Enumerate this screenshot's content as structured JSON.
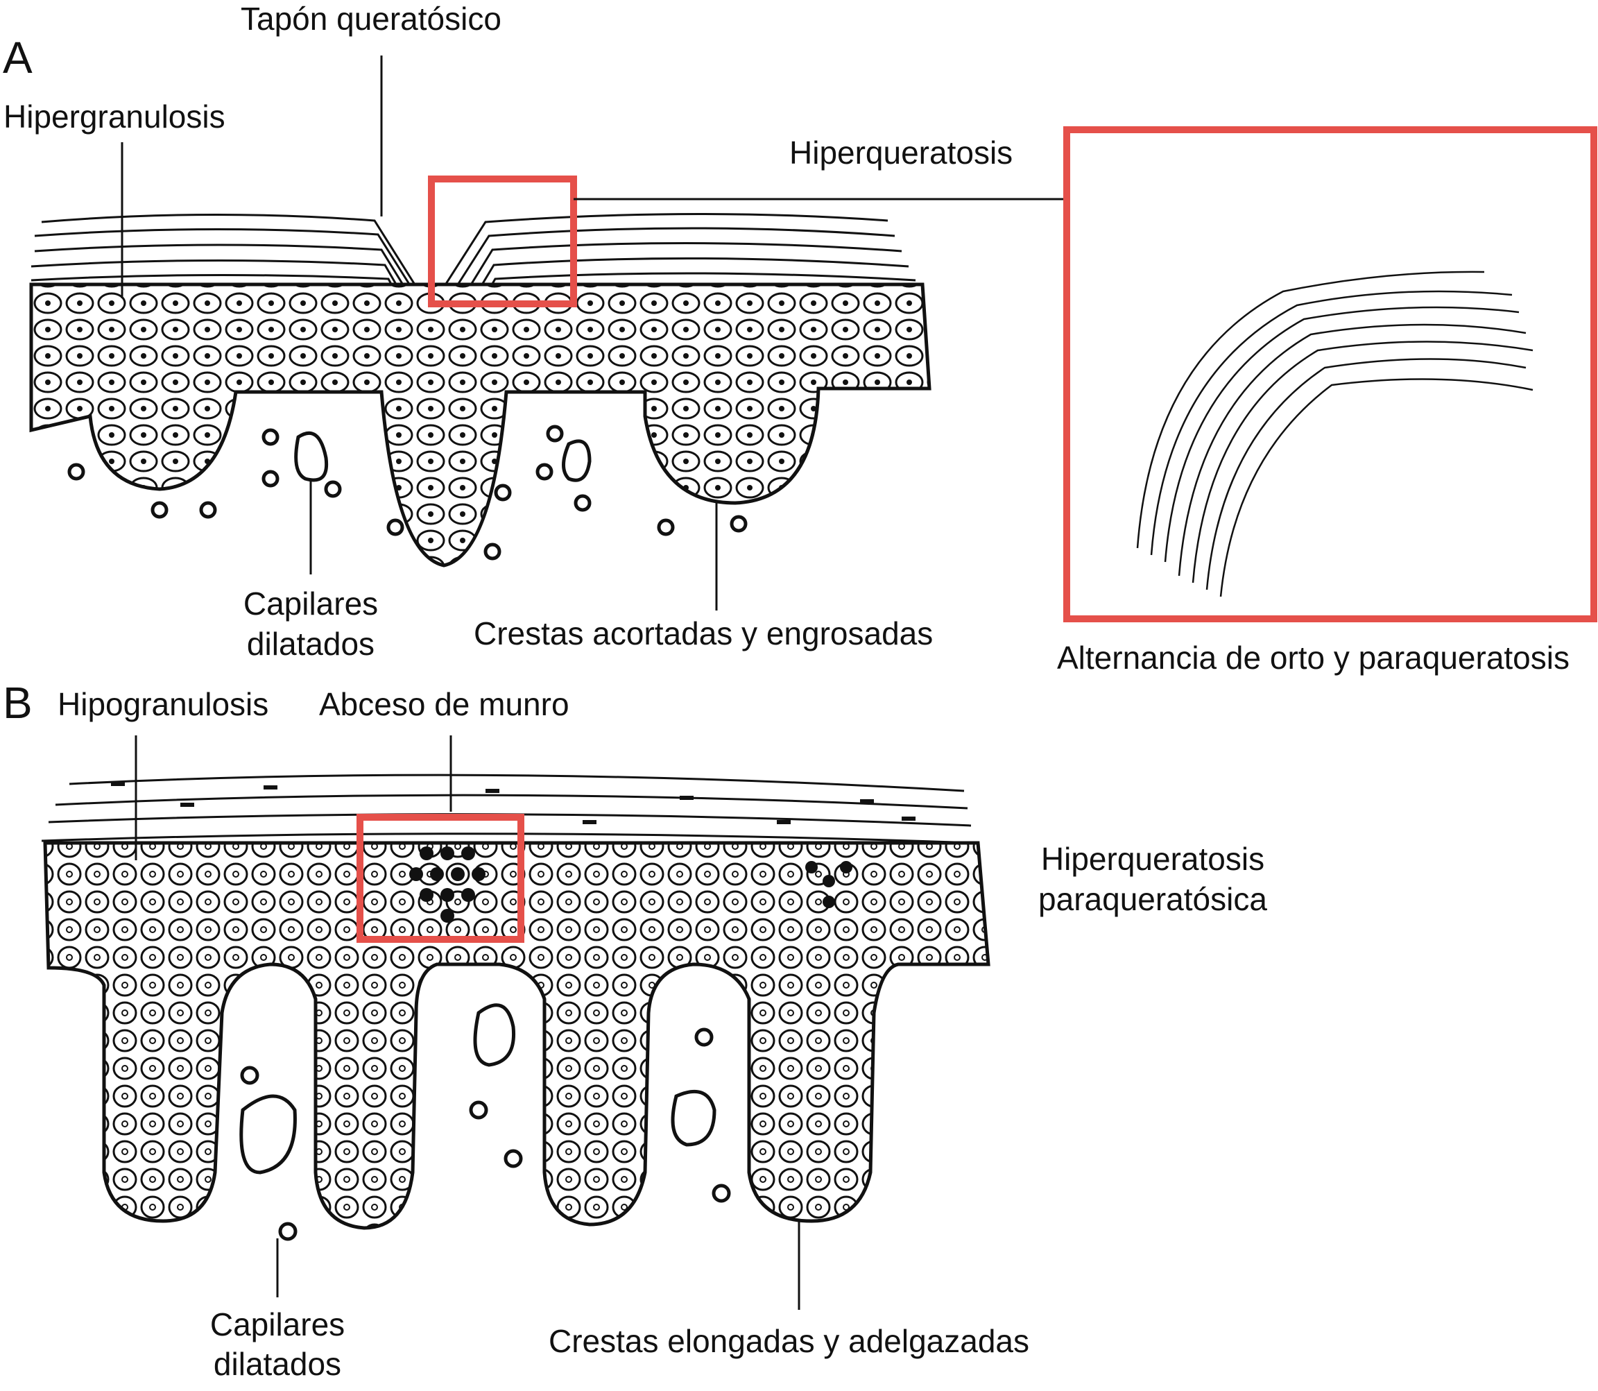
{
  "panels": {
    "a": {
      "letter": "A",
      "labels": {
        "tapon": "Tapón queratósico",
        "hipergranulosis": "Hipergranulosis",
        "hiperqueratosis": "Hiperqueratosis",
        "capilares_l1": "Capilares",
        "capilares_l2": "dilatados",
        "crestas": "Crestas acortadas y engrosadas",
        "alternancia": "Alternancia de orto y paraqueratosis"
      }
    },
    "b": {
      "letter": "B",
      "labels": {
        "hipogranulosis": "Hipogranulosis",
        "abceso": "Abceso de munro",
        "hiperq_l1": "Hiperqueratosis",
        "hiperq_l2": "paraqueratósica",
        "capilares_l1": "Capilares",
        "capilares_l2": "dilatados",
        "crestas": "Crestas elongadas y adelgazadas"
      }
    }
  },
  "colors": {
    "highlight_box": "#e5504a",
    "ink": "#111111"
  }
}
